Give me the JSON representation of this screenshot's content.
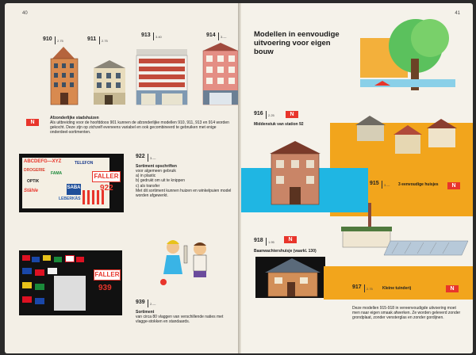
{
  "left_page": {
    "page_number": "40",
    "houses": [
      {
        "code": "910",
        "price": "2.75"
      },
      {
        "code": "911",
        "price": "2.75"
      },
      {
        "code": "913",
        "price": "3.40"
      },
      {
        "code": "914",
        "price": "3.—"
      }
    ],
    "section1_title": "Afzonderlijke stadshuizen",
    "section1_text": "Als uitbreiding voor de hoofddoos 901 kunnen de afzonderlijke modellen 910, 911, 913 en 914 worden gekocht. Deze zijn op zichzelf eveneens variabel en ook gecombineerd te gebruiken met enige onderdeel-sortimenten.",
    "sign_panel": {
      "labels": [
        "ABCDEFG—XYZ",
        "TELEFON",
        "FALLER",
        "922",
        "SABA",
        "Stähle",
        "LEBERKÄS",
        "OPTIK",
        "FAMA",
        "DROGERIE"
      ]
    },
    "item922": {
      "code": "922",
      "price": "3.—",
      "title": "Sortiment opschriften",
      "text": "voor algemeen gebruik\na) in plastic\nb) gedrukt om uit te knippen\nc) als transfer\nMet dit sortiment kunnen huizen en winkelpuien model worden afgewerkt."
    },
    "flag_panel": {
      "labels": [
        "FALLER",
        "939"
      ]
    },
    "item939": {
      "code": "939",
      "price": "2.—",
      "title": "Sortiment",
      "text": "van circa 80 vlaggen van verschillende naties met vlagge-stokken en standaards."
    }
  },
  "right_page": {
    "page_number": "41",
    "heading": "Modellen in eenvoudige uitvoering voor eigen bouw",
    "item916": {
      "code": "916",
      "price": "2.25",
      "title": "Middenstuk van station 92"
    },
    "item915": {
      "code": "915",
      "price": "3.—",
      "title": "3 eenvoudige huisjes"
    },
    "item918": {
      "code": "918",
      "price": "1.95",
      "title": "Baanwachtershuisje (vaarkl. 130)"
    },
    "item917": {
      "code": "917",
      "price": "2.75",
      "title": "Kleine tuinderij"
    },
    "footer_text": "Deze modellen 915-918 in vereenvoudigde uitvoering moet men naar eigen smaak afwerken. Ze worden geleverd zonder grondplaat, zonder vensterglas en zonder gordijnen."
  },
  "badge_letter": "N",
  "colors": {
    "badge": "#e8352b",
    "orange": "#f2a51c",
    "cyan": "#1fb6e3",
    "black": "#111111"
  }
}
